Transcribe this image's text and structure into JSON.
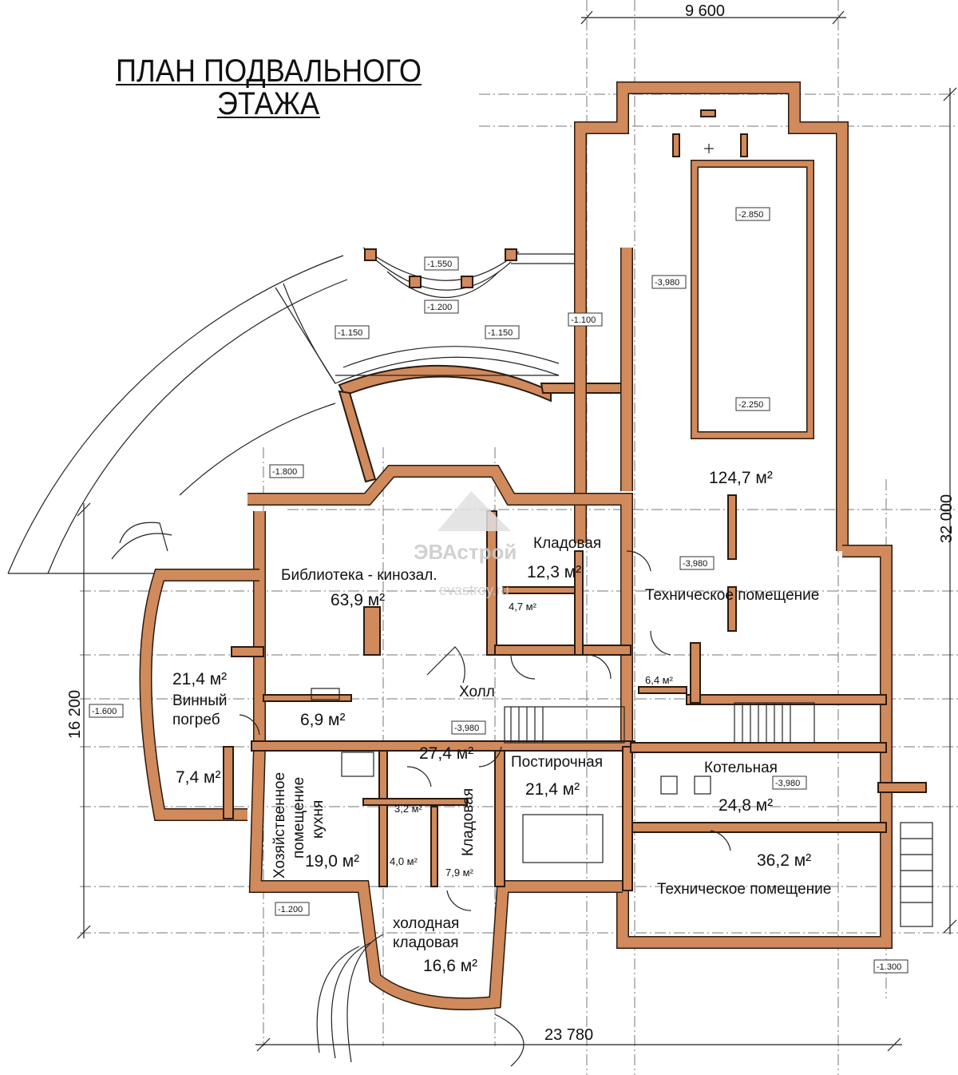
{
  "title": {
    "line1": "ПЛАН ПОДВАЛЬНОГО",
    "line2": "ЭТАЖА"
  },
  "dimensions": {
    "top": "9 600",
    "right": "32 000",
    "left": "16 200",
    "bottom": "23 780"
  },
  "watermark": {
    "brand": "ЭВАстрой",
    "site": "evastroy.ru"
  },
  "rooms": {
    "library": {
      "name": "Библиотека - кинозал.",
      "area": "63,9 м²"
    },
    "pantry1": {
      "name": "Кладовая",
      "area": "12,3 м²"
    },
    "tech_big": {
      "name": "Техническое помещение"
    },
    "pool_area": "124,7 м²",
    "small_4_7": "4,7 м²",
    "small_6_4": "6,4 м²",
    "wine": {
      "area": "21,4 м²",
      "name1": "Винный",
      "name2": "погреб"
    },
    "small_6_9": "6,9 м²",
    "hall": {
      "name": "Холл",
      "area": "27,4 м²"
    },
    "laundry": {
      "name": "Постирочная",
      "area": "21,4 м²"
    },
    "boiler": {
      "name": "Котельная",
      "area": "24,8 м²"
    },
    "tech2": {
      "area": "36,2 м²",
      "name": "Техническое помещение"
    },
    "small_7_4": "7,4 м²",
    "kitchen": {
      "name1": "Хозяйственное",
      "name2": "помещение",
      "name3": "кухня",
      "area": "19,0 м²"
    },
    "small_3_2": "3,2 м²",
    "small_4_0": "4,0 м²",
    "pantry2": {
      "name": "Кладовая",
      "area": "7,9 м²"
    },
    "cold": {
      "name1": "холодная",
      "name2": "кладовая",
      "area": "16,6 м²"
    }
  },
  "levels": {
    "l1": "-1.550",
    "l2": "-1.200",
    "l3": "-1.150",
    "l4": "-1.150",
    "l5": "-1.100",
    "l6": "-3,980",
    "l7": "-2.850",
    "l8": "-2.250",
    "l9": "-1.800",
    "l10": "-3,980",
    "l11": "-1.600",
    "l12": "-3,980",
    "l13": "-3,980",
    "l14": "-1.200",
    "l15": "-1.300"
  }
}
